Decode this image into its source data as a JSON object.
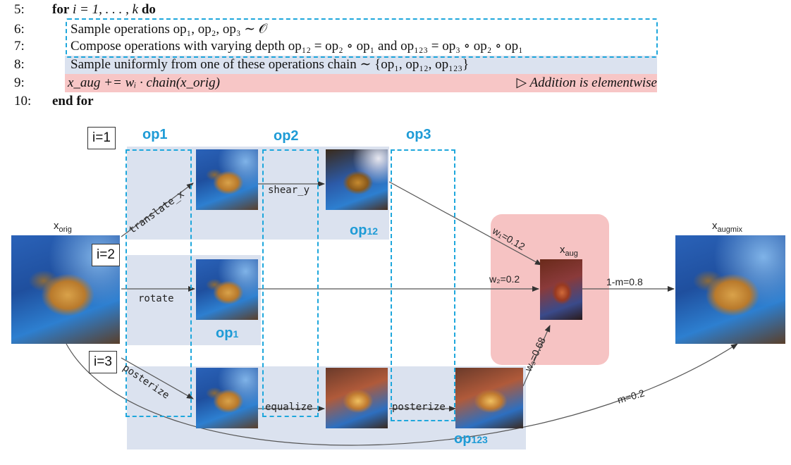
{
  "algorithm": {
    "lines": [
      {
        "num": "5:",
        "text_kw": "for",
        "text": " i = 1, . . . , k ",
        "text_kw2": "do"
      },
      {
        "num": "6:",
        "text": "Sample operations op₁, op₂, op₃ ∼ 𝒪"
      },
      {
        "num": "7:",
        "text": "Compose operations with varying depth op₁₂ = op₂ ∘ op₁ and op₁₂₃ = op₃ ∘ op₂ ∘ op₁"
      },
      {
        "num": "8:",
        "text": "Sample uniformly from one of these operations chain ∼ {op₁, op₁₂, op₁₂₃}"
      },
      {
        "num": "9:",
        "text": "x_aug += wᵢ · chain(x_orig)",
        "comment": "▷ Addition is elementwise"
      },
      {
        "num": "10:",
        "text_kw": "end for"
      }
    ]
  },
  "diagram": {
    "iteration_tags": [
      "i=1",
      "i=2",
      "i=3"
    ],
    "op_headers": [
      "op1",
      "op2",
      "op3"
    ],
    "chain_labels": {
      "op1": "op",
      "op1_sub": "1",
      "op12": "op",
      "op12_sub": "12",
      "op123": "op",
      "op123_sub": "123"
    },
    "edge_labels": {
      "translate": "translate_x",
      "shear": "shear_y",
      "rotate": "rotate",
      "posterize1": "posterize",
      "equalize": "equalize",
      "posterize2": "posterize"
    },
    "symbols": {
      "x_orig": "x",
      "x_orig_sub": "orig",
      "x_aug": "x",
      "x_aug_sub": "aug",
      "x_augmix": "x",
      "x_augmix_sub": "augmix"
    },
    "weights": {
      "w1": "w₁=0.12",
      "w2": "w₂=0.2",
      "w3": "w₃=0.68",
      "one_minus_m": "1-m=0.8",
      "m": "m=0.2"
    },
    "colors": {
      "accent": "#1ea7dc",
      "panel_blue": "#dbe2ef",
      "panel_pink": "#f6c3c3"
    }
  }
}
